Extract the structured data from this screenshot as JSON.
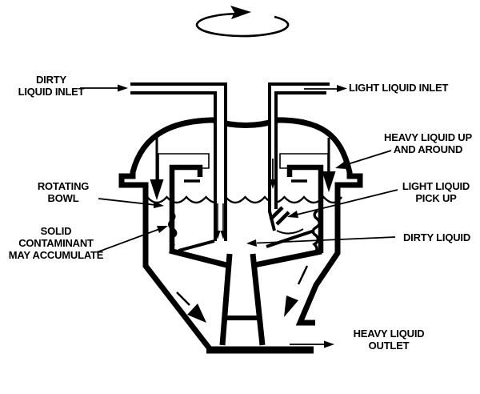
{
  "diagram": {
    "type": "centrifugal-separator-cross-section",
    "colors": {
      "line": "#000000",
      "background": "#ffffff"
    },
    "labels": {
      "dirty_liquid_inlet": "DIRTY\nLIQUID INLET",
      "light_liquid_inlet": "LIGHT LIQUID INLET",
      "heavy_liquid_up": "HEAVY LIQUID UP\nAND AROUND",
      "rotating_bowl": "ROTATING\nBOWL",
      "light_liquid_pickup": "LIGHT LIQUID\nPICK UP",
      "solid_contaminant": "SOLID\nCONTAMINANT\nMAY ACCUMULATE",
      "dirty_liquid": "DIRTY LIQUID",
      "heavy_liquid_outlet": "HEAVY LIQUID\nOUTLET"
    },
    "icons": [
      "rotation-arrow-icon",
      "flow-down-arrow-left-icon",
      "flow-down-arrow-right-icon",
      "flow-diagonal-arrow-left-icon",
      "flow-diagonal-arrow-right-icon"
    ]
  }
}
